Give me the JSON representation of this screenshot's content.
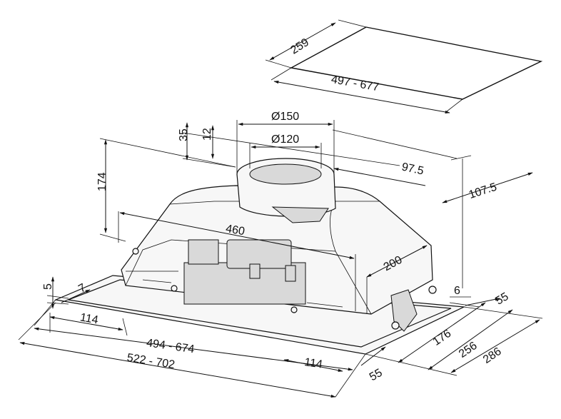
{
  "panel": {
    "depth": "259",
    "width": "497 - 677"
  },
  "outlet": {
    "outer_diameter": "Ø150",
    "inner_diameter": "Ø120",
    "offset_35": "35",
    "offset_12": "12"
  },
  "hood": {
    "height": "174",
    "dim_97_5": "97.5",
    "dim_107_5": "107.5",
    "inner_width": "460",
    "dim_200": "200",
    "dim_5": "5",
    "dim_7": "7",
    "dim_6": "6",
    "dim_55_right": "55",
    "left_offset": "114",
    "bottom_offset": "114",
    "dim_55_bottom": "55",
    "dim_176": "176",
    "dim_256": "256",
    "dim_286": "286",
    "width_inner": "494 - 674",
    "width_outer": "522 - 702"
  }
}
